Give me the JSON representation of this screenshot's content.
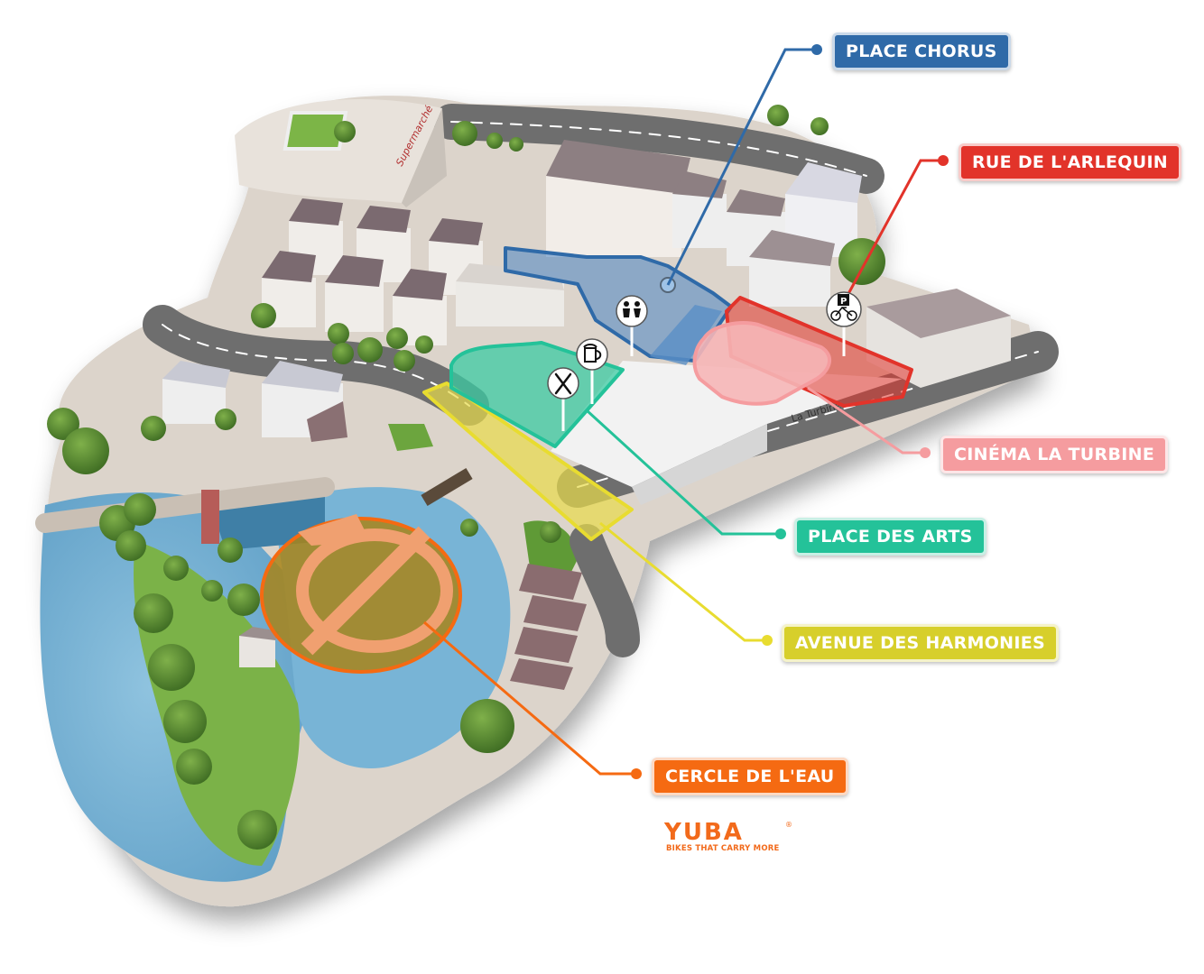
{
  "zones": [
    {
      "id": "place-chorus",
      "label": "PLACE CHORUS",
      "color": "#2f6aa8"
    },
    {
      "id": "rue-arlequin",
      "label": "RUE DE L'ARLEQUIN",
      "color": "#e2332a"
    },
    {
      "id": "cinema",
      "label": "CINÉMA LA TURBINE",
      "color": "#f59c9f"
    },
    {
      "id": "place-arts",
      "label": "PLACE DES ARTS",
      "color": "#24c299"
    },
    {
      "id": "avenue",
      "label": "AVENUE DES HARMONIES",
      "color": "#d7cf2b"
    },
    {
      "id": "cercle",
      "label": "CERCLE DE L'EAU",
      "color": "#f56a12"
    }
  ],
  "map_texts": {
    "supermarket": "Supermarché",
    "la_turbine": "La Turbine"
  },
  "pois": [
    {
      "id": "toilets",
      "icon": "toilets-icon"
    },
    {
      "id": "bar",
      "icon": "beer-mug-icon"
    },
    {
      "id": "restaurant",
      "icon": "fork-knife-icon"
    },
    {
      "id": "bike-parking",
      "icon": "bike-parking-icon"
    }
  ],
  "brand": {
    "wordmark": "YUBA",
    "tagline": "BIKES THAT CARRY MORE",
    "registered": "®",
    "color": "#f26a1b"
  }
}
